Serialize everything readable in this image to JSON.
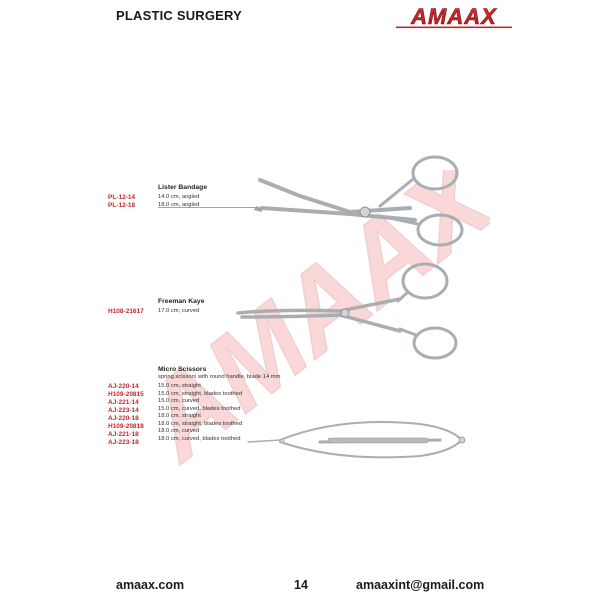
{
  "header": {
    "section_title": "PLASTIC SURGERY",
    "brand": "AMAAX"
  },
  "watermark": {
    "text": "AMAAX"
  },
  "products": [
    {
      "name": "Lister Bandage",
      "subtitle": "",
      "codes": [
        "PL-12-14",
        "PL-12-18"
      ],
      "descriptions": [
        "14.0 cm, angled",
        "18.0 cm, angled"
      ]
    },
    {
      "name": "Freeman Kaye",
      "subtitle": "",
      "codes": [
        "H108-21617"
      ],
      "descriptions": [
        "17.0 cm, curved"
      ]
    },
    {
      "name": "Micro Scissors",
      "subtitle": "spring scissors with round handle, blade 14 mm",
      "codes": [
        "AJ-220-14",
        "H109-20815",
        "AJ-221-14",
        "AJ-223-14",
        "AJ-220-18",
        "H109-20818",
        "AJ-221-18",
        "AJ-223-18"
      ],
      "descriptions": [
        "15.0 cm, straight",
        "15.0 cm, straight, blades toothed",
        "15.0 cm, curved",
        "15.0 cm, curved, blades toothed",
        "18.0 cm, straight",
        "18.0 cm, straight, blades toothed",
        "18.0 cm, curved",
        "18.0 cm, curved, blades toothed"
      ]
    }
  ],
  "footer": {
    "website": "amaax.com",
    "page_number": "14",
    "email": "amaaxint@gmail.com"
  },
  "colors": {
    "brand_red": "#c0282e",
    "code_red": "#c0282e",
    "steel": "#a8aeb2"
  }
}
